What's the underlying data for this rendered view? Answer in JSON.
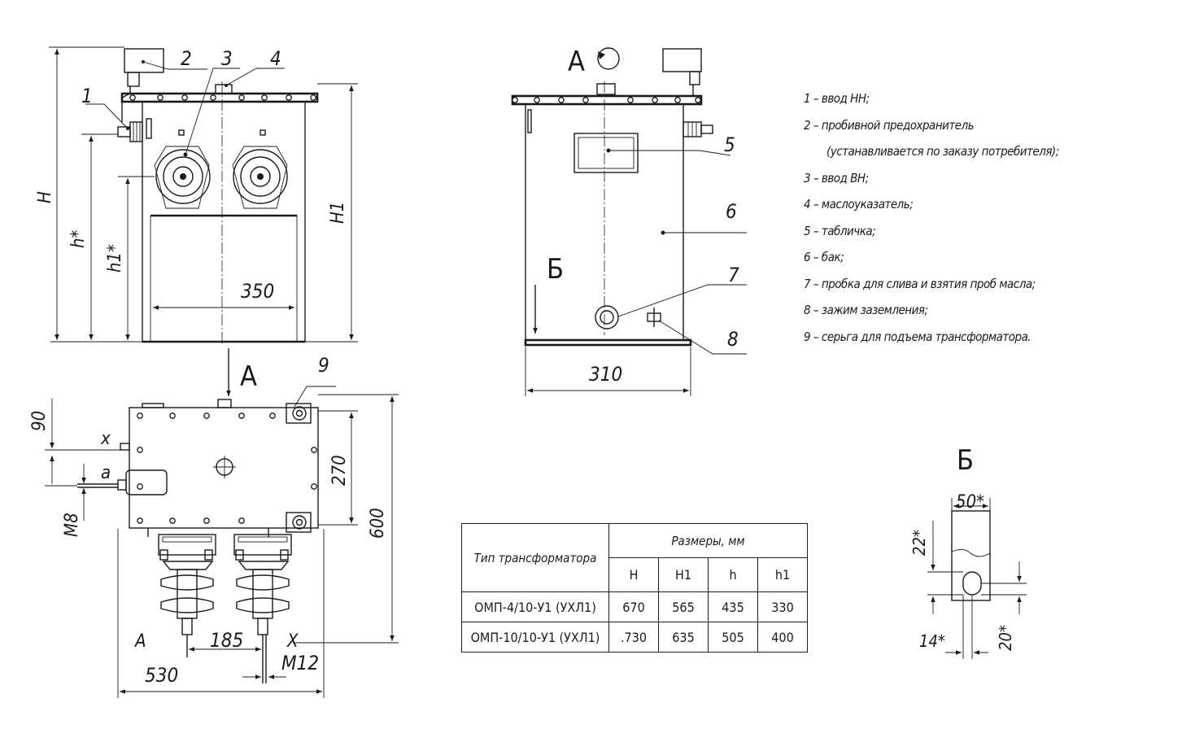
{
  "callouts": [
    "1",
    "2",
    "3",
    "4",
    "5",
    "6",
    "7",
    "8",
    "9"
  ],
  "view_labels": {
    "view_a": "А",
    "view_a_rot": "А",
    "view_b": "Б",
    "detail_b": "Б",
    "arrow_a": "А"
  },
  "dimensions": {
    "H": "H",
    "h_star": "h*",
    "h1_star": "h1*",
    "H1": "H1",
    "d350": "350",
    "d310": "310",
    "d90": "90",
    "d270": "270",
    "d600": "600",
    "d185": "185",
    "d530": "530",
    "M8": "M8",
    "M12": "M12",
    "d50": "50*",
    "d22": "22*",
    "d14": "14*",
    "d20": "20*"
  },
  "terminal_labels": {
    "x_small": "x",
    "a_small": "a",
    "A_big": "A",
    "X_big": "X"
  },
  "legend": [
    {
      "text": "1 – ввод НН;"
    },
    {
      "text": "2 – пробивной предохранитель"
    },
    {
      "text": "(устанавливается по заказу потребителя);",
      "cont": true
    },
    {
      "text": "3 – ввод ВН;"
    },
    {
      "text": "4 – маслоуказатель;"
    },
    {
      "text": "5 – табличка;"
    },
    {
      "text": "6 – бак;"
    },
    {
      "text": "7 – пробка для слива и взятия проб масла;"
    },
    {
      "text": "8 – зажим заземления;"
    },
    {
      "text": "9 – серьга для подъема трансформатора."
    }
  ],
  "table": {
    "type_header": "Тип трансформатора",
    "size_header": "Размеры, мм",
    "columns": [
      "H",
      "H1",
      "h",
      "h1"
    ],
    "rows": [
      {
        "name": "ОМП-4/10-У1 (УХЛ1)",
        "values": [
          "670",
          "565",
          "435",
          "330"
        ]
      },
      {
        "name": "ОМП-10/10-У1 (УХЛ1)",
        "values": [
          ".730",
          "635",
          "505",
          "400"
        ]
      }
    ]
  }
}
